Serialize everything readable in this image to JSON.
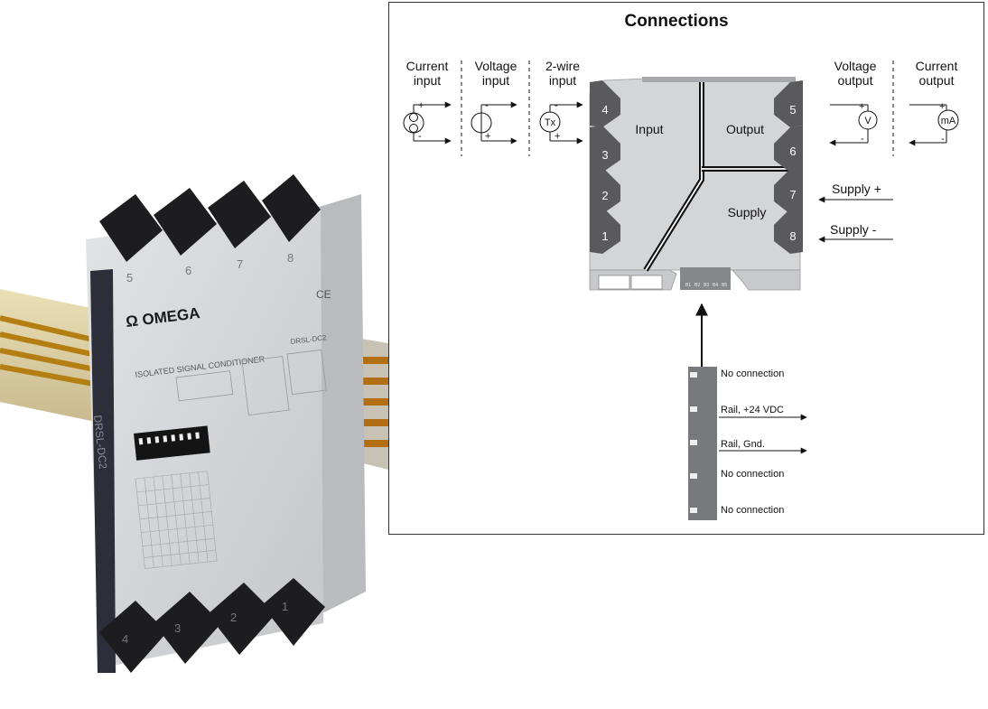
{
  "device": {
    "brand": "Ω OMEGA",
    "product_title": "ISOLATED SIGNAL CONDITIONER",
    "model": "DRSL-DC2",
    "side_model": "DRSL-DC2",
    "ce_mark": "CE",
    "top_terminals": [
      "5",
      "6",
      "7",
      "8"
    ],
    "bottom_terminals": [
      "4",
      "3",
      "2",
      "1"
    ]
  },
  "diagram": {
    "title": "Connections",
    "input_types": [
      {
        "line1": "Current",
        "line2": "input"
      },
      {
        "line1": "Voltage",
        "line2": "input"
      },
      {
        "line1": "2-wire",
        "line2": "input"
      }
    ],
    "output_types": [
      {
        "line1": "Voltage",
        "line2": "output"
      },
      {
        "line1": "Current",
        "line2": "output"
      }
    ],
    "transmitter_label": "Tx",
    "voltmeter_label": "V",
    "ammeter_label": "mA",
    "plus": "+",
    "minus": "-",
    "terminals_left": [
      "4",
      "3",
      "2",
      "1"
    ],
    "terminals_right": [
      "5",
      "6",
      "7",
      "8"
    ],
    "sections": {
      "input": "Input",
      "output": "Output",
      "supply": "Supply"
    },
    "supply_plus": "Supply +",
    "supply_minus": "Supply -",
    "rail_pins": [
      "B1",
      "B2",
      "B3",
      "B4",
      "B5"
    ],
    "rail_connections": [
      "No connection",
      "Rail, +24 VDC",
      "Rail, Gnd.",
      "No connection",
      "No connection"
    ]
  },
  "colors": {
    "terminal_block": "#5a5a5c",
    "housing": "#d4d5d7",
    "rail": "#d9a834",
    "panel_border": "#333333"
  }
}
